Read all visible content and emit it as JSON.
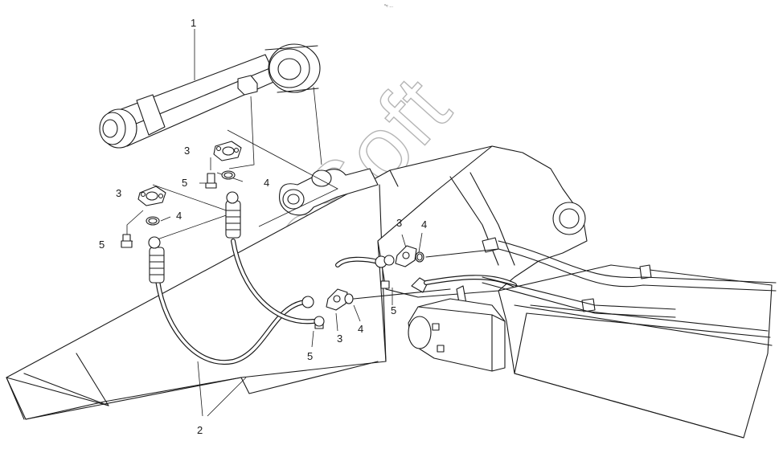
{
  "watermark": "AutoSoft",
  "header_mark": "°≈ …",
  "callouts": [
    {
      "id": "c1",
      "text": "1"
    },
    {
      "id": "c2",
      "text": "2"
    },
    {
      "id": "c3a",
      "text": "3"
    },
    {
      "id": "c3b",
      "text": "3"
    },
    {
      "id": "c3c",
      "text": "3"
    },
    {
      "id": "c3d",
      "text": "3"
    },
    {
      "id": "c4a",
      "text": "4"
    },
    {
      "id": "c4b",
      "text": "4"
    },
    {
      "id": "c4c",
      "text": "4"
    },
    {
      "id": "c4d",
      "text": "4"
    },
    {
      "id": "c5a",
      "text": "5"
    },
    {
      "id": "c5b",
      "text": "5"
    },
    {
      "id": "c5c",
      "text": "5"
    },
    {
      "id": "c5d",
      "text": "5"
    }
  ]
}
